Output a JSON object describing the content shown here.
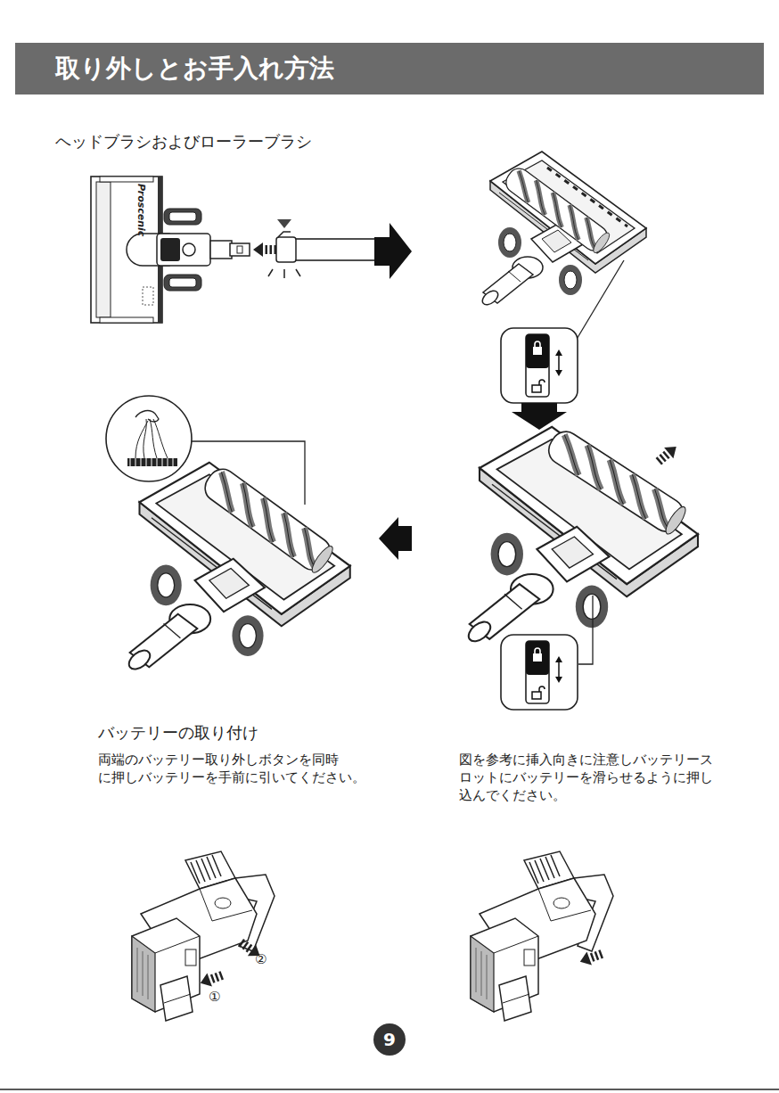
{
  "diagram": {
    "title": "取り外しとお手入れ方法",
    "nodes": [
      {
        "text": [
          "9"
        ]
      }
    ],
    "labels": [
      "ヘッドブラシおよびローラーブラシ",
      "Proscenic",
      "バッテリーの取り付け",
      "両端のバッテリー取り外しボタンを同時 に押しバッテリーを手前に引いてください。",
      "図を参考に挿入向きに注意しバッテリース ロットにバッテリーを滑らせるように押し 込んでください。",
      "①",
      "②"
    ]
  }
}
